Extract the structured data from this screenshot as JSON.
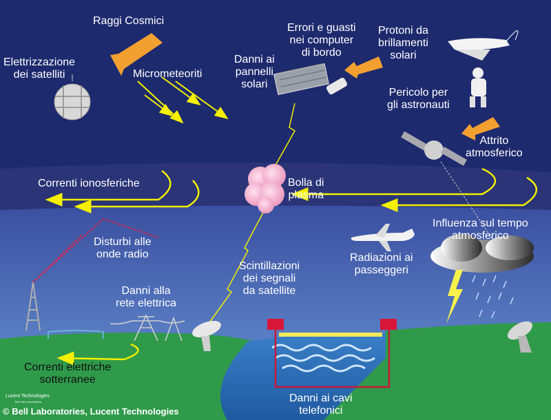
{
  "labels": {
    "raggi_cosmici": "Raggi Cosmici",
    "elettrizzazione": "Elettrizzazione\ndei satelliti",
    "micrometeoriti": "Micrometeoriti",
    "danni_pannelli": "Danni ai\npannelli\nsolari",
    "errori_computer": "Errori e guasti\nnei computer\ndi bordo",
    "protoni": "Protoni da\nbrillamenti\nsolari",
    "pericolo_astronauti": "Pericolo per\ngli astronauti",
    "attrito": "Attrito\natmosferico",
    "correnti_ionosferiche": "Correnti ionosferiche",
    "bolla_plasma": "Bolla di\nplasma",
    "influenza_tempo": "Influenza sul tempo\natmosferico",
    "disturbi_radio": "Disturbi alle\nonde radio",
    "radiazioni_passeggeri": "Radiazioni ai\npasseggeri",
    "scintillazioni": "Scintillazioni\ndei segnali\nda satellite",
    "danni_rete": "Danni alla\nrete elettrica",
    "correnti_sotterranee": "Correnti elettriche\nsotterranee",
    "danni_cavi": "Danni ai cavi\ntelefonici"
  },
  "logo": {
    "name": "Lucent Technologies",
    "tagline": "Bell Labs Innovations"
  },
  "copyright": "© Bell Laboratories, Lucent Technologies",
  "colors": {
    "space": "#1e2a6e",
    "ionosphere_band": "#2b3378",
    "ionosphere_band_light": "#3d4a8a",
    "sky": "#5a87cf",
    "sea": "#2f6fb8",
    "land": "#2f9a4a",
    "arrow_yellow": "#f4f000",
    "arrow_orange": "#f2a030",
    "lightning": "#f7f24a",
    "radio_wave": "#d8244a",
    "plasma": "#f3b6cf"
  },
  "icons": {
    "cosmic_ray_arrow": "orange-arrow-icon",
    "satellite": "satellite-icon",
    "shuttle": "space-shuttle-icon",
    "astronaut": "astronaut-icon",
    "airplane": "airplane-icon",
    "storm_cloud": "storm-cloud-icon",
    "radio_tower": "radio-tower-icon",
    "dish": "satellite-dish-icon",
    "power_pylon": "power-pylon-icon"
  }
}
